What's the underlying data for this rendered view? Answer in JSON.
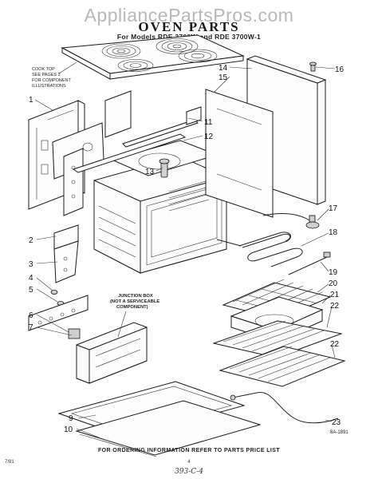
{
  "watermark": "AppliancePartsPros.com",
  "title": "OVEN PARTS",
  "subtitle": "For Models RDE 3700W and RDE 3700W-1",
  "cooktop_note": [
    "COOK TOP",
    "SEE PAGES 2",
    "FOR COMPONENT",
    "ILLUSTRATIONS"
  ],
  "junction_box_note": [
    "JUNCTION BOX",
    "(NOT A SERVICEABLE",
    "COMPONENT)"
  ],
  "callouts": [
    "1",
    "2",
    "3",
    "4",
    "5",
    "6",
    "7",
    "9",
    "10",
    "11",
    "12",
    "13",
    "14",
    "15",
    "16",
    "17",
    "18",
    "19",
    "20",
    "21",
    "22",
    "22",
    "23"
  ],
  "footer": "FOR ORDERING INFORMATION REFER TO PARTS PRICE LIST",
  "diagram_code": "8A-1891",
  "page_left": "7/81",
  "page_number": "4",
  "handwritten": "393-C-4"
}
